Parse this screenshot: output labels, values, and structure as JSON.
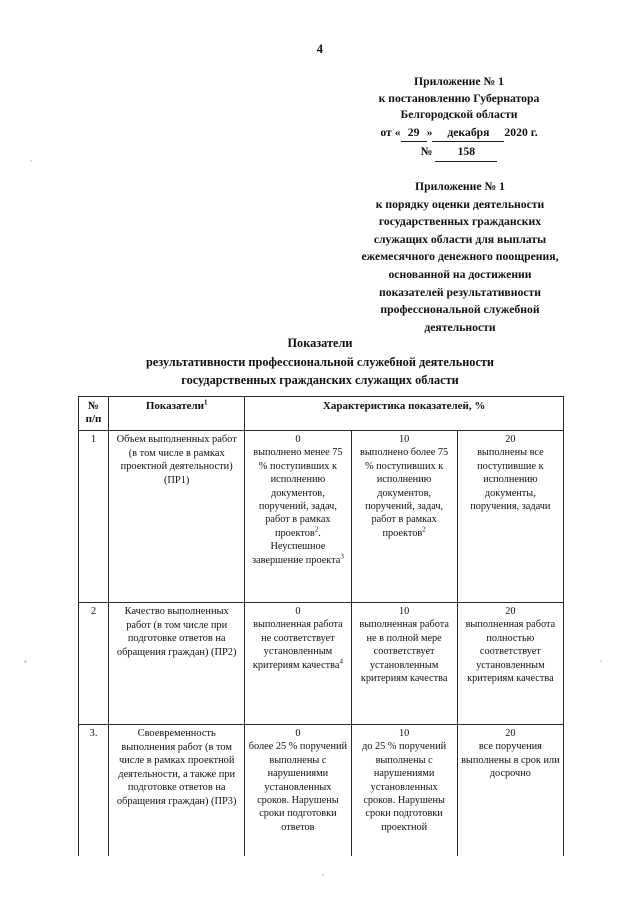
{
  "page": {
    "number": "4"
  },
  "approval": {
    "line1": "Приложение № 1",
    "line2": "к постановлению Губернатора",
    "line3": "Белгородской области",
    "date_prefix": "от «",
    "date_day": "29",
    "date_mid": "»",
    "date_month": "декабря",
    "date_year": "2020 г.",
    "number_label": "№",
    "number_value": "158"
  },
  "appendix2": {
    "line1": "Приложение № 1",
    "line2": "к порядку оценки деятельности",
    "line3": "государственных гражданских",
    "line4": "служащих области для выплаты",
    "line5": "ежемесячного денежного поощрения,",
    "line6": "основанной на достижении",
    "line7": "показателей результативности",
    "line8": "профессиональной служебной",
    "line9": "деятельности"
  },
  "doc_title": {
    "line1": "Показатели",
    "line2": "результативности профессиональной служебной деятельности",
    "line3": "государственных гражданских служащих области"
  },
  "table": {
    "headers": {
      "num_line1": "№",
      "num_line2": "п/п",
      "indicators": "Показатели",
      "indicators_sup": "1",
      "characteristics": "Характеристика показателей, %"
    },
    "rows": [
      {
        "num": "1",
        "name": "Объем выполненных работ (в том числе в рамках проектной деятельности) (ПР1)",
        "c0": {
          "score": "0",
          "text": "выполнено менее 75 % поступивших к исполнению документов, поручений, задач, работ в рамках проектов",
          "sup": "2",
          "text2": ". Неуспешное завершение проекта",
          "sup2": "3"
        },
        "c10": {
          "score": "10",
          "text": "выполнено более 75 % поступивших к исполнению документов, поручений, задач, работ в рамках проектов",
          "sup": "2",
          "text2": "",
          "sup2": ""
        },
        "c20": {
          "score": "20",
          "text": "выполнены все поступившие к исполнению документы, поручения, задачи",
          "sup": "",
          "text2": "",
          "sup2": ""
        }
      },
      {
        "num": "2",
        "name": "Качество выполненных работ (в том числе при подготовке ответов на обращения граждан) (ПР2)",
        "c0": {
          "score": "0",
          "text": "выполненная работа не соответствует установленным критериям качества",
          "sup": "4",
          "text2": "",
          "sup2": ""
        },
        "c10": {
          "score": "10",
          "text": "выполненная работа не в полной мере соответствует установленным критериям качества",
          "sup": "",
          "text2": "",
          "sup2": ""
        },
        "c20": {
          "score": "20",
          "text": "выполненная работа полностью соответствует установленным критериям качества",
          "sup": "",
          "text2": "",
          "sup2": ""
        }
      },
      {
        "num": "3.",
        "name": "Своевременность выполнения работ (в том числе в рамках проектной деятельности, а также при подготовке ответов на обращения граждан) (ПР3)",
        "c0": {
          "score": "0",
          "text": "более 25 % поручений выполнены с нарушениями установленных сроков. Нарушены сроки подготовки ответов",
          "sup": "",
          "text2": "",
          "sup2": ""
        },
        "c10": {
          "score": "10",
          "text": "до 25 % поручений выполнены с нарушениями установленных сроков. Нарушены сроки подготовки проектной",
          "sup": "",
          "text2": "",
          "sup2": ""
        },
        "c20": {
          "score": "20",
          "text": "все поручения выполнены в срок или досрочно",
          "sup": "",
          "text2": "",
          "sup2": ""
        }
      }
    ]
  }
}
